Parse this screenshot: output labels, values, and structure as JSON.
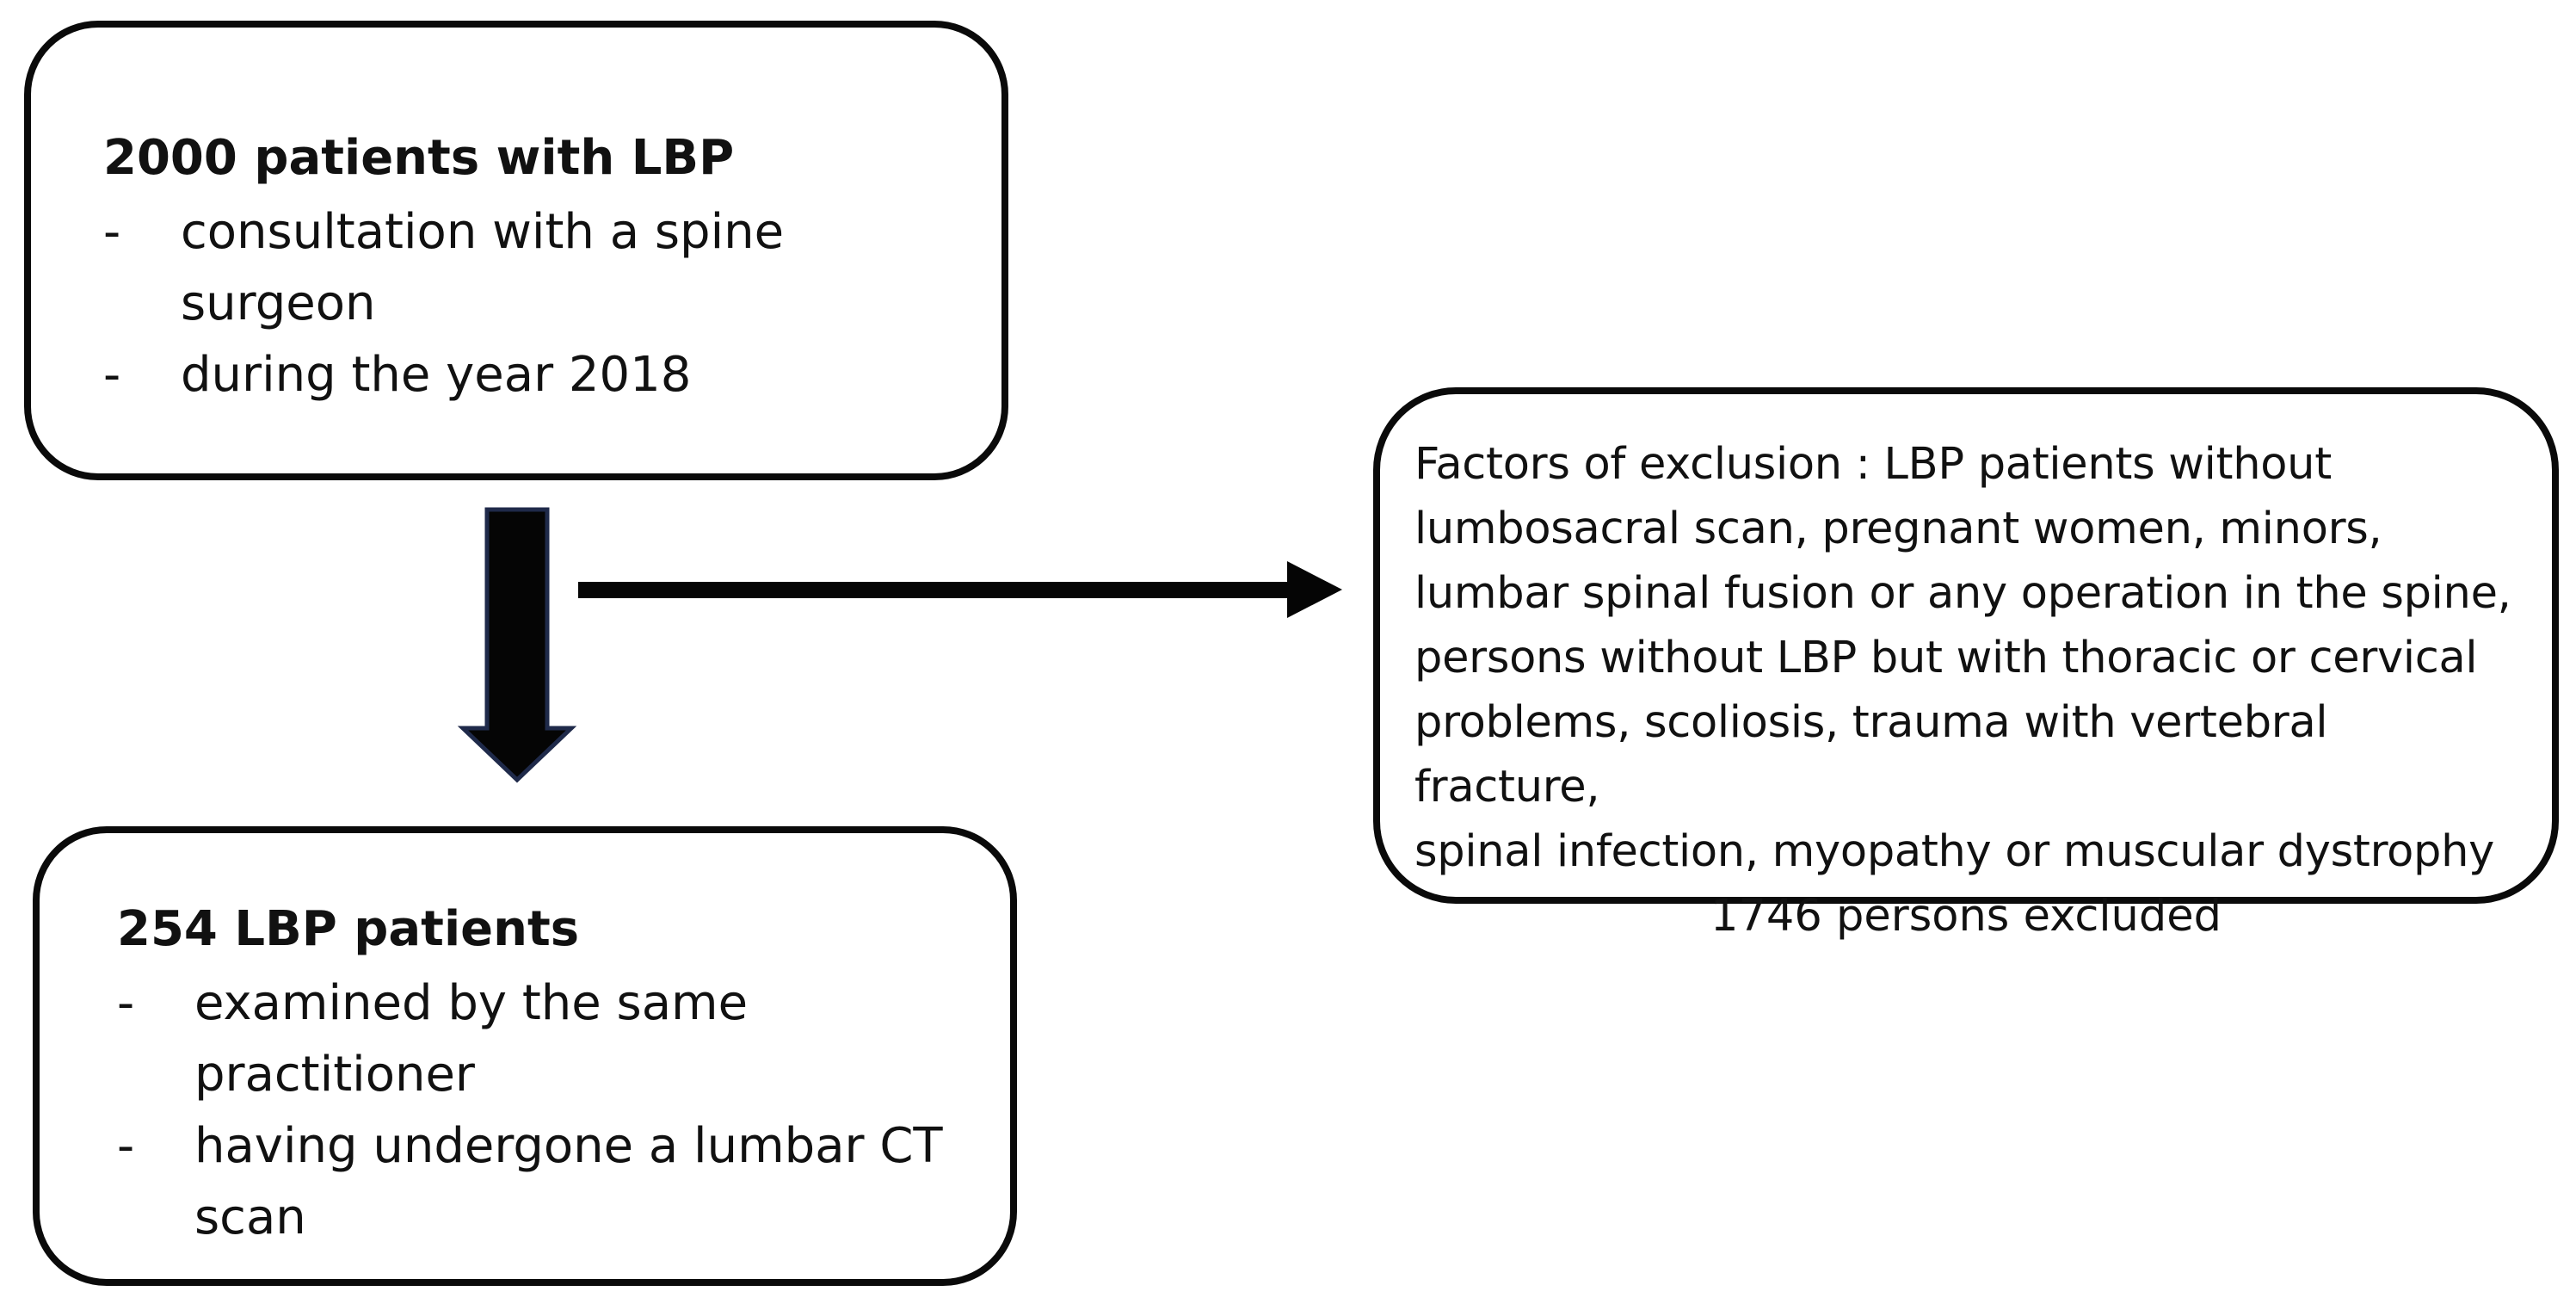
{
  "top_box": {
    "title": "2000 patients with LBP",
    "items": [
      {
        "dash": "-",
        "lines": [
          "consultation with a spine",
          "surgeon"
        ]
      },
      {
        "dash": "-",
        "lines": [
          "during the year 2018"
        ]
      }
    ]
  },
  "bottom_box": {
    "title": "254 LBP patients",
    "items": [
      {
        "dash": "-",
        "lines": [
          "examined by the same",
          "practitioner"
        ]
      },
      {
        "dash": "-",
        "lines": [
          "having undergone a lumbar CT",
          "scan"
        ]
      }
    ]
  },
  "exclusion_box": {
    "lines": [
      "Factors of exclusion : LBP patients without",
      "lumbosacral scan, pregnant women, minors,",
      "lumbar spinal fusion or any operation in the spine,",
      "persons without LBP but with thoracic or cervical",
      "problems, scoliosis, trauma with vertebral fracture,",
      "spinal infection, myopathy or muscular dystrophy"
    ],
    "excluded_count": "1746 persons excluded"
  },
  "colors": {
    "stroke": "#0a0a0a",
    "down_arrow_outline": "#1f2a4a"
  }
}
